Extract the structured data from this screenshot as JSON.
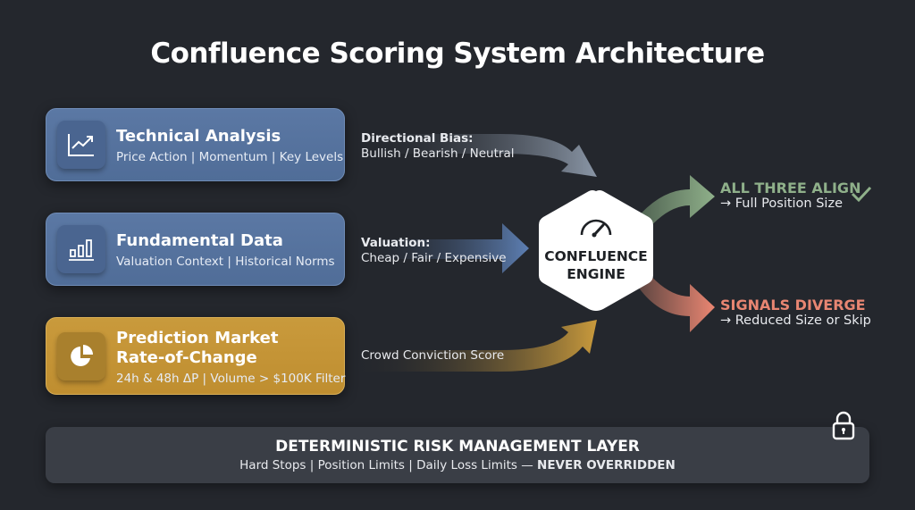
{
  "title": "Confluence Scoring System Architecture",
  "inputs": [
    {
      "title": "Technical Analysis",
      "subtitle": "Price Action | Momentum | Key Levels",
      "icon": "line-chart-icon",
      "color": "#56739f"
    },
    {
      "title": "Fundamental Data",
      "subtitle": "Valuation Context | Historical Norms",
      "icon": "bar-chart-icon",
      "color": "#56739f"
    },
    {
      "title_line1": "Prediction Market",
      "title_line2": "Rate-of-Change",
      "subtitle": "24h & 48h ΔP | Volume > $100K Filter",
      "icon": "pie-chart-icon",
      "color": "#c69434"
    }
  ],
  "arrow_labels": [
    {
      "heading": "Directional Bias:",
      "text": "Bullish / Bearish / Neutral"
    },
    {
      "heading": "Valuation:",
      "text": "Cheap / Fair / Expensive"
    },
    {
      "text": "Crowd Conviction Score"
    }
  ],
  "engine": {
    "line1": "CONFLUENCE",
    "line2": "ENGINE",
    "icon": "gauge-icon"
  },
  "outcomes": [
    {
      "heading": "ALL THREE ALIGN",
      "text": "→ Full Position Size",
      "color": "#8fb08a",
      "icon": "check-icon"
    },
    {
      "heading": "SIGNALS DIVERGE",
      "text": "→ Reduced Size or Skip",
      "color": "#e88672"
    }
  ],
  "risk_layer": {
    "heading": "DETERMINISTIC RISK MANAGEMENT LAYER",
    "text": "Hard Stops | Position Limits | Daily Loss Limits — ",
    "emphasis": "NEVER OVERRIDDEN",
    "icon": "lock-icon"
  }
}
